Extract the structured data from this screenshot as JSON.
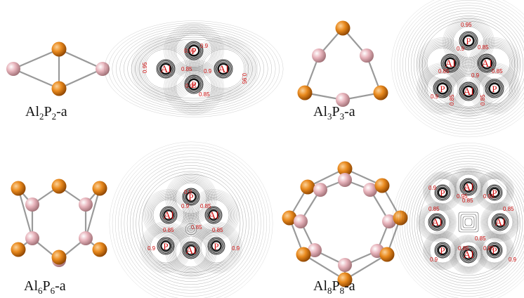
{
  "structures": [
    {
      "id": "al2p2",
      "label_base": [
        "Al",
        "P",
        "-a"
      ],
      "label_sub": [
        "2",
        "2"
      ]
    },
    {
      "id": "al3p3",
      "label_base": [
        "Al",
        "P",
        "-a"
      ],
      "label_sub": [
        "3",
        "3"
      ]
    },
    {
      "id": "al6p6",
      "label_base": [
        "Al",
        "P",
        "-a"
      ],
      "label_sub": [
        "6",
        "6"
      ]
    },
    {
      "id": "al8p8",
      "label_base": [
        "Al",
        "P",
        "-a"
      ],
      "label_sub": [
        "8",
        "8"
      ]
    }
  ],
  "atom_letters": {
    "al": "Al",
    "p": "P"
  },
  "colors": {
    "p_atom": "#e07b10",
    "al_atom": "#e8b4bc",
    "contour": "#555555",
    "value_text": "#d01010",
    "bond": "#888888"
  },
  "contour_values": [
    "0.95",
    "0.9",
    "0.85"
  ]
}
